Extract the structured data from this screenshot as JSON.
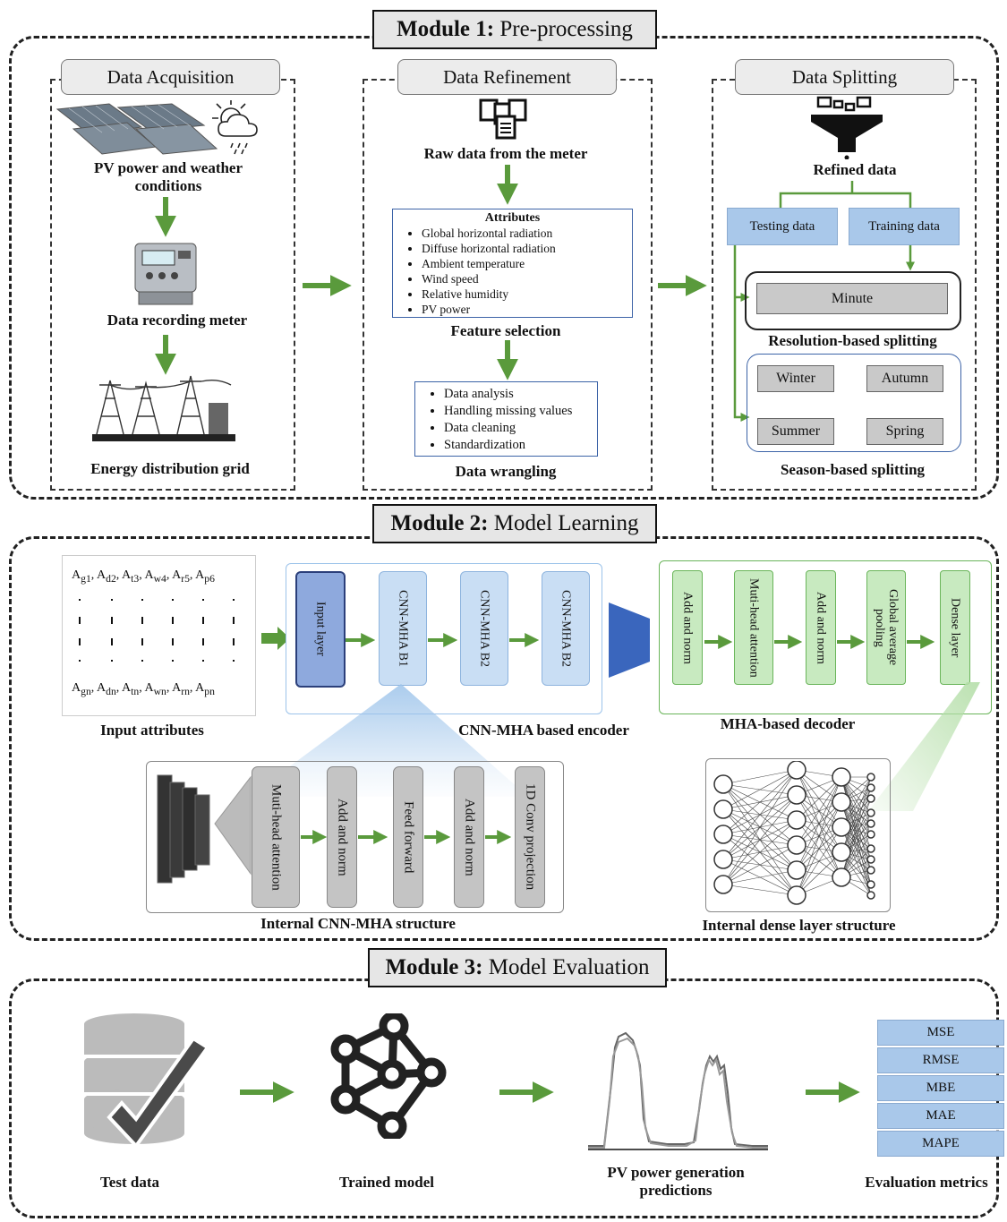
{
  "module1": {
    "title_bold": "Module 1:",
    "title_rest": " Pre-processing",
    "acquisition": {
      "title": "Data Acquisition",
      "pv_caption": "PV power and weather conditions",
      "meter_caption": "Data recording  meter",
      "grid_caption": "Energy distribution grid"
    },
    "refinement": {
      "title": "Data Refinement",
      "raw_caption": "Raw data from the meter",
      "attributes_title": "Attributes",
      "attributes": [
        "Global horizontal radiation",
        "Diffuse horizontal radiation",
        "Ambient temperature",
        "Wind speed",
        "Relative humidity",
        "PV power"
      ],
      "feature_caption": "Feature selection",
      "wrangling_items": [
        "Data analysis",
        "Handling missing values",
        "Data cleaning",
        "Standardization"
      ],
      "wrangling_caption": "Data wrangling"
    },
    "splitting": {
      "title": "Data Splitting",
      "refined_caption": "Refined  data",
      "testing": "Testing data",
      "training": "Training data",
      "minute": "Minute",
      "resolution_caption": "Resolution-based splitting",
      "seasons": [
        "Winter",
        "Autumn",
        "Summer",
        "Spring"
      ],
      "season_caption": "Season-based splitting"
    }
  },
  "module2": {
    "title_bold": "Module 2:",
    "title_rest": " Model Learning",
    "input_caption": "Input attributes",
    "attr_top": [
      {
        "base": "A",
        "sub": "g1"
      },
      {
        "base": "A",
        "sub": "d2"
      },
      {
        "base": "A",
        "sub": "t3"
      },
      {
        "base": "A",
        "sub": "w4"
      },
      {
        "base": "A",
        "sub": "r5"
      },
      {
        "base": "A",
        "sub": "p6"
      }
    ],
    "attr_bottom": [
      {
        "base": "A",
        "sub": "gn"
      },
      {
        "base": "A",
        "sub": "dn"
      },
      {
        "base": "A",
        "sub": "tn"
      },
      {
        "base": "A",
        "sub": "wn"
      },
      {
        "base": "A",
        "sub": "rn"
      },
      {
        "base": "A",
        "sub": "pn"
      }
    ],
    "encoder_blocks": [
      "Input layer",
      "CNN-MHA B1",
      "CNN-MHA B2",
      "CNN-MHA B2"
    ],
    "encoder_caption": "CNN-MHA based encoder",
    "decoder_blocks": [
      "Add and norm",
      "Muti-head attention",
      "Add and norm",
      "Global average pooling",
      "Dense layer"
    ],
    "decoder_caption": "MHA-based decoder",
    "internal_blocks": [
      "Muti-head attention",
      "Add and norm",
      "Feed forward",
      "Add and norm",
      "1D Conv projection"
    ],
    "internal_caption": "Internal CNN-MHA structure",
    "dense_caption": "Internal dense layer structure"
  },
  "module3": {
    "title_bold": "Module 3:",
    "title_rest": " Model Evaluation",
    "test_caption": "Test data",
    "trained_caption": "Trained model",
    "pred_caption": "PV power generation predictions",
    "metrics": [
      "MSE",
      "RMSE",
      "MBE",
      "MAE",
      "MAPE"
    ],
    "metrics_caption": "Evaluation metrics"
  },
  "colors": {
    "green_arrow": "#5a9a3c",
    "blue_box": "#a9c8ea",
    "decoder_green": "#c8eac0",
    "gray_box": "#c9c9c9"
  }
}
